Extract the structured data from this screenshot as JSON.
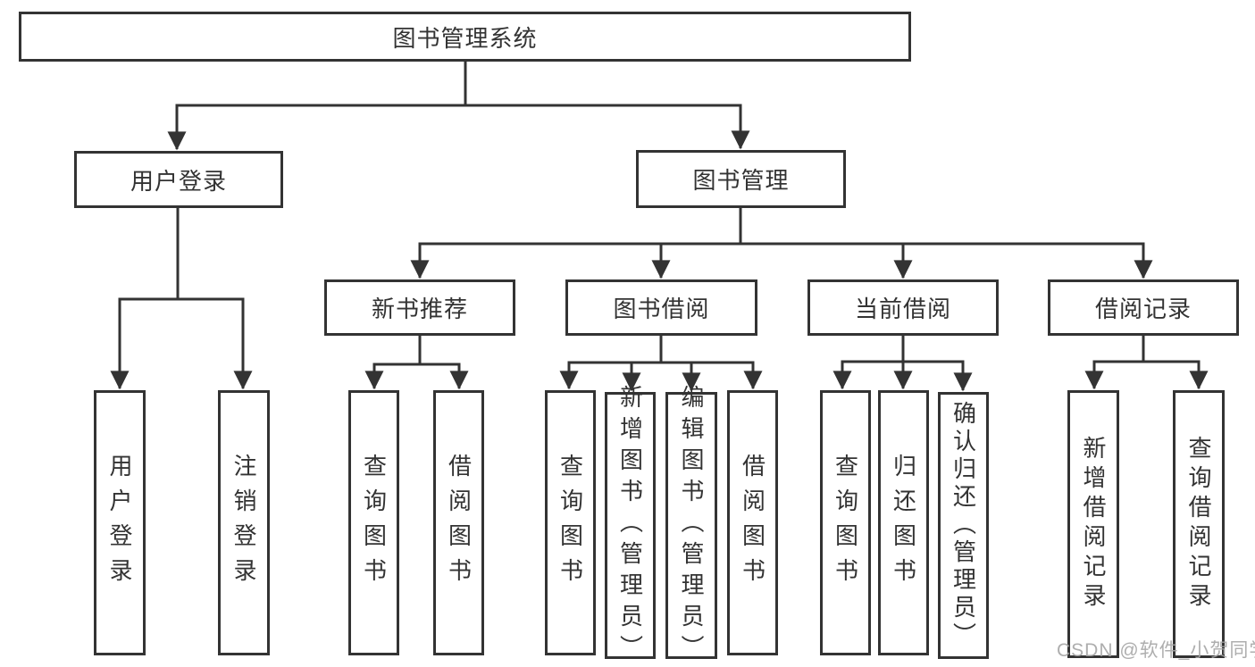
{
  "diagram": {
    "nodes": {
      "root": "图书管理系统",
      "user_login": "用户登录",
      "book_management": "图书管理",
      "new_book_recommend": "新书推荐",
      "book_borrow": "图书借阅",
      "current_borrow": "当前借阅",
      "borrow_records": "借阅记录"
    },
    "leaves": {
      "user_login": [
        "用户登录",
        "注销登录"
      ],
      "new_book_recommend": [
        "查询图书",
        "借阅图书"
      ],
      "book_borrow": [
        "查询图书",
        "新增图书（管理员）",
        "编辑图书（管理员）",
        "借阅图书"
      ],
      "current_borrow": [
        "查询图书",
        "归还图书",
        "确认归还（管理员）"
      ],
      "borrow_records": [
        "新增借阅记录",
        "查询借阅记录"
      ]
    }
  },
  "watermark": "CSDN @软件_小贺同学",
  "colors": {
    "line": "#333333",
    "text": "#333333",
    "box_background": "#ffffff",
    "watermark": "#a5a5a5",
    "background": "#ffffff"
  }
}
